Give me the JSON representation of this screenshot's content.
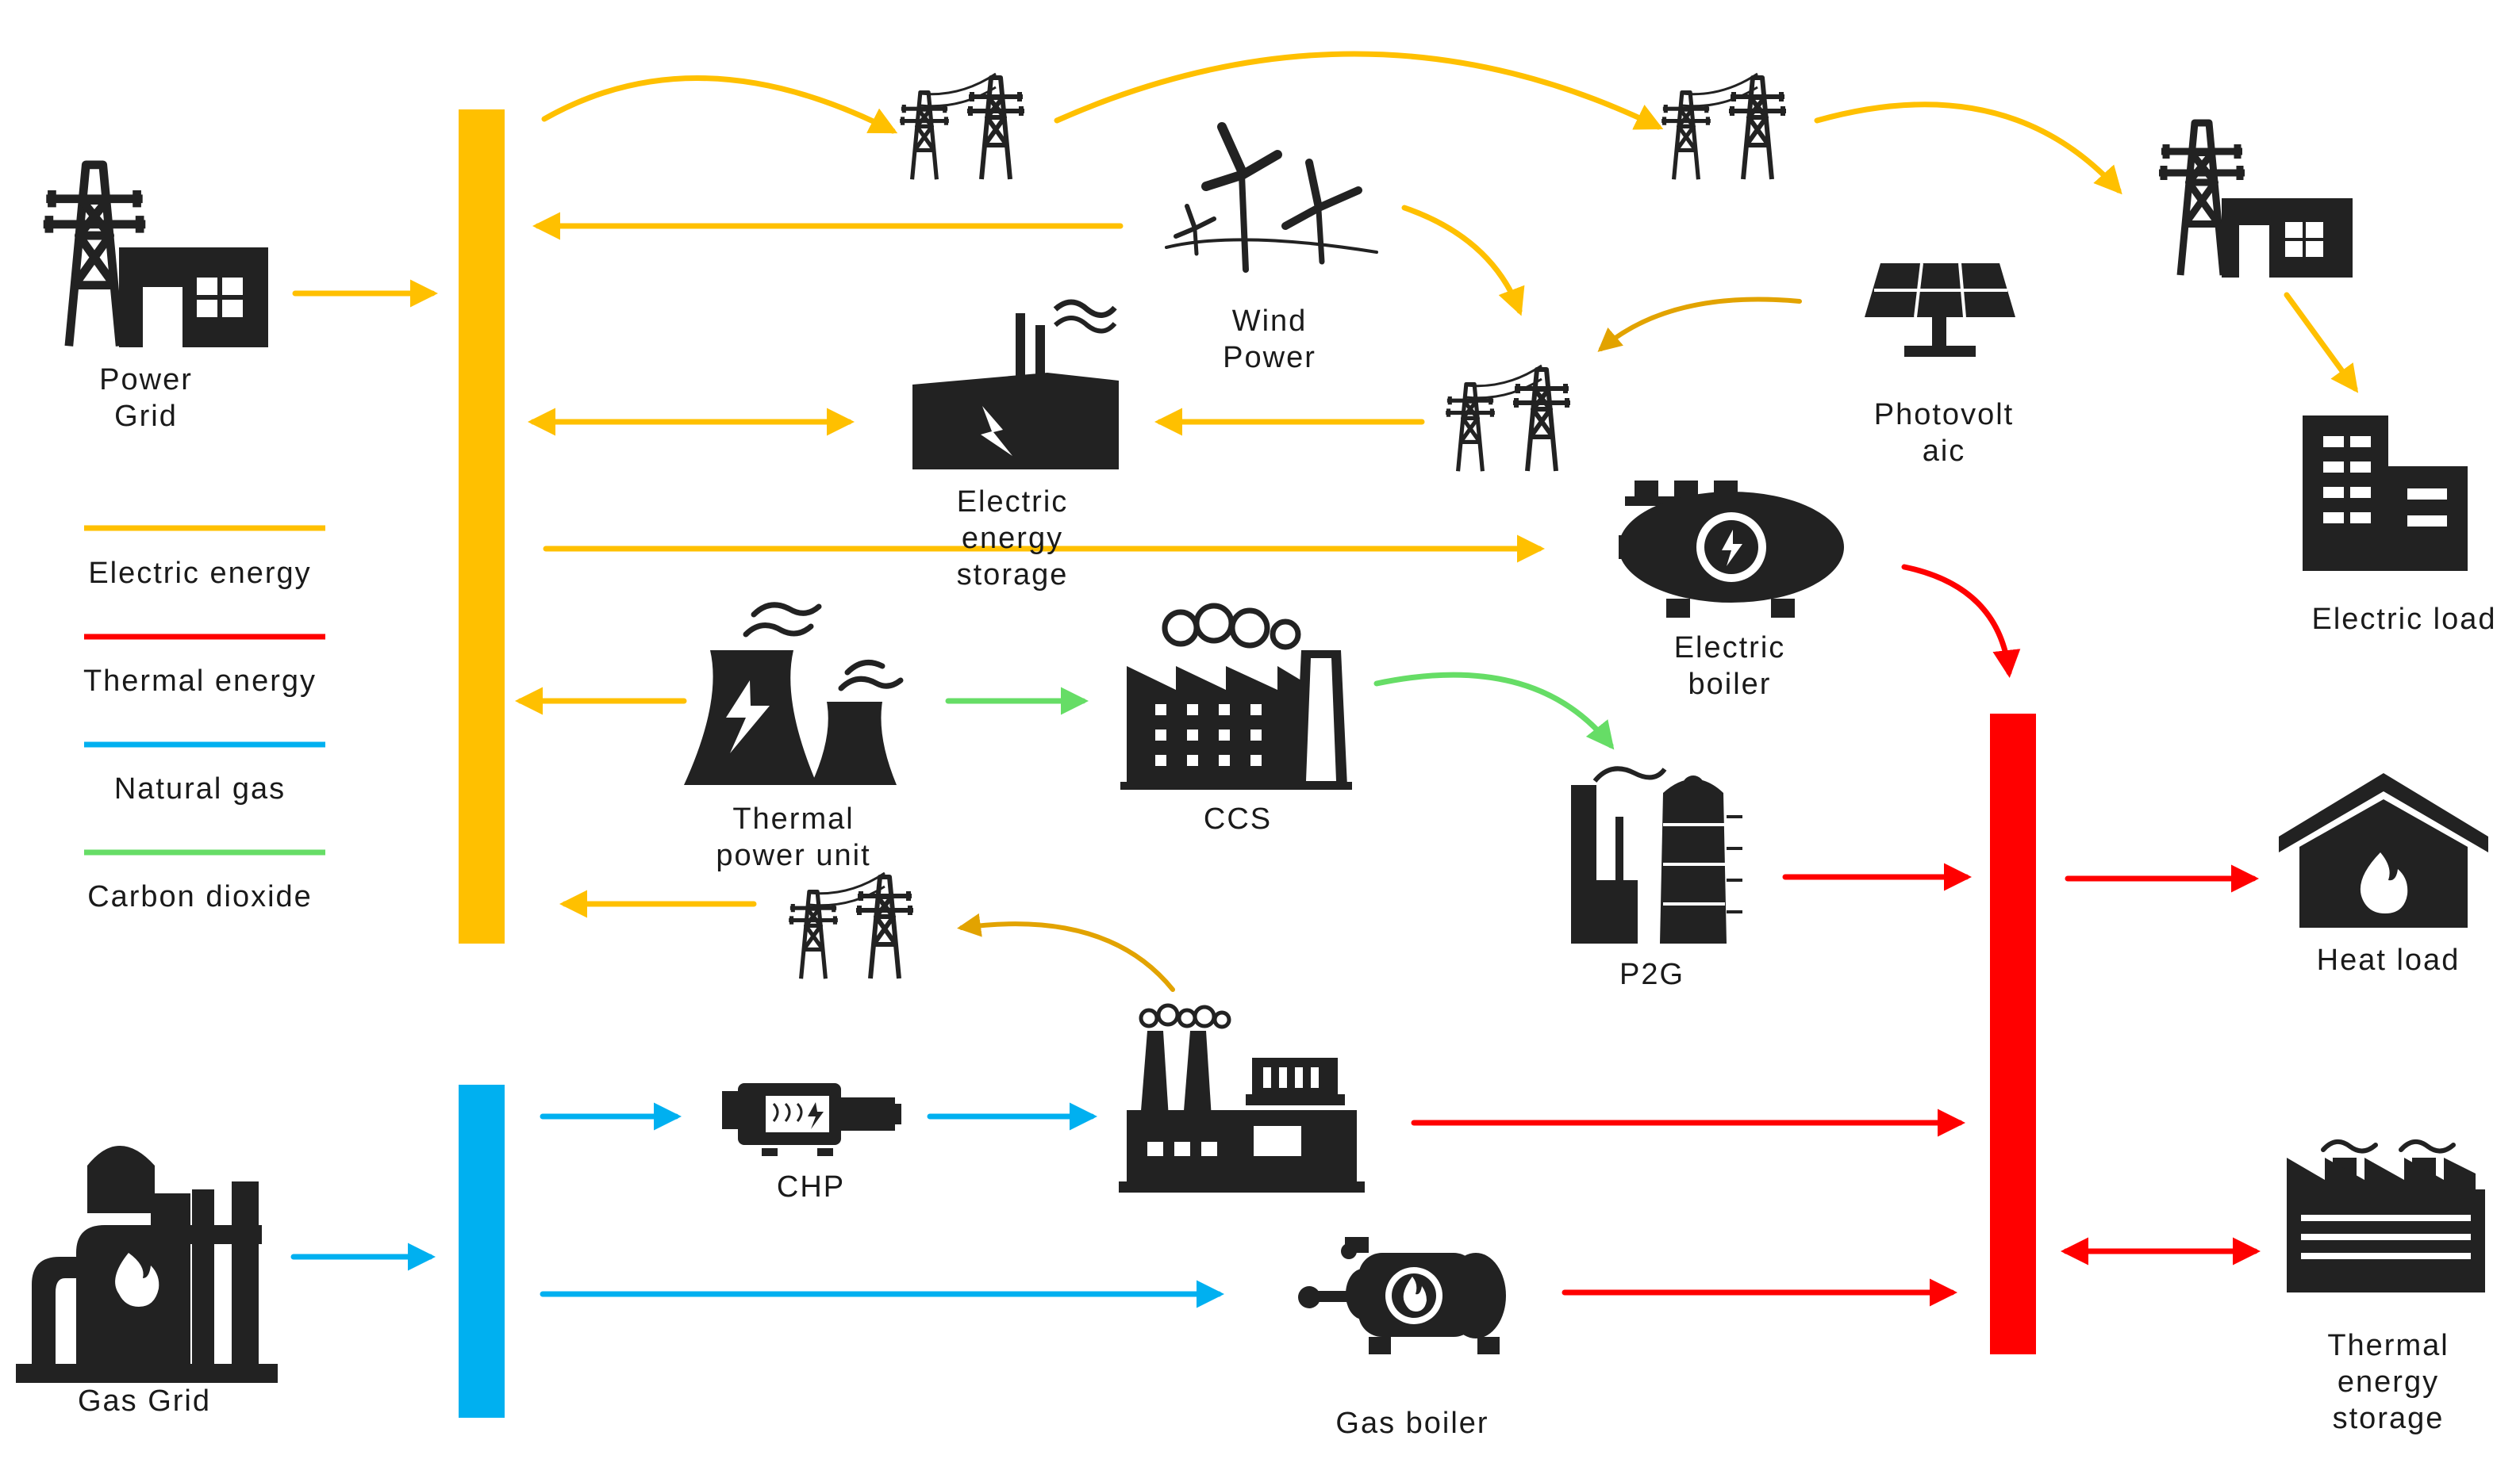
{
  "colors": {
    "electric": "#FFC000",
    "electric_dark": "#E2A300",
    "thermal": "#FF0000",
    "gas": "#00B0F0",
    "co2": "#66DD66",
    "icon": "#222222"
  },
  "legend": [
    {
      "label": "Electric energy",
      "color_key": "electric"
    },
    {
      "label": "Thermal energy",
      "color_key": "thermal"
    },
    {
      "label": "Natural gas",
      "color_key": "gas"
    },
    {
      "label": "Carbon dioxide",
      "color_key": "co2"
    }
  ],
  "nodes": {
    "power_grid": {
      "line1": "Power",
      "line2": "Grid",
      "icon": "power-grid-icon"
    },
    "gas_grid": {
      "line1": "Gas Grid",
      "icon": "gas-grid-icon"
    },
    "wind_power": {
      "line1": "Wind",
      "line2": "Power",
      "icon": "wind-turbine-icon"
    },
    "photovoltaic": {
      "line1": "Photovolt",
      "line2": "aic",
      "icon": "solar-panel-icon"
    },
    "electric_storage": {
      "line1": "Electric",
      "line2": "energy",
      "line3": "storage",
      "icon": "battery-factory-icon"
    },
    "electric_boiler": {
      "line1": "Electric",
      "line2": "boiler",
      "icon": "electric-boiler-icon"
    },
    "thermal_power_unit": {
      "line1": "Thermal",
      "line2": "power unit",
      "icon": "cooling-tower-icon"
    },
    "ccs": {
      "line1": "CCS",
      "icon": "factory-icon"
    },
    "p2g": {
      "line1": "P2G",
      "icon": "p2g-plant-icon"
    },
    "chp": {
      "line1": "CHP",
      "icon": "chp-engine-icon"
    },
    "gas_boiler": {
      "line1": "Gas boiler",
      "icon": "gas-boiler-icon"
    },
    "electric_load": {
      "line1": "Electric load",
      "icon": "building-icon"
    },
    "heat_load": {
      "line1": "Heat load",
      "icon": "house-fire-icon"
    },
    "thermal_storage": {
      "line1": "Thermal",
      "line2": "energy",
      "line3": "storage",
      "icon": "thermal-storage-icon"
    }
  },
  "edges": [
    {
      "from": "power_grid",
      "to": "electric_bus",
      "type": "electric"
    },
    {
      "from": "electric_bus",
      "to": "transmission_tower",
      "type": "electric"
    },
    {
      "from": "wind_power",
      "to": "electric_bus",
      "type": "electric"
    },
    {
      "from": "electric_bus",
      "to": "electric_storage",
      "type": "electric",
      "bidirectional": true
    },
    {
      "from": "electric_bus",
      "to": "electric_boiler",
      "type": "electric"
    },
    {
      "from": "thermal_power_unit",
      "to": "electric_bus",
      "type": "electric"
    },
    {
      "from": "thermal_power_unit",
      "to": "ccs",
      "type": "co2"
    },
    {
      "from": "ccs",
      "to": "p2g",
      "type": "co2"
    },
    {
      "from": "chp",
      "to": "electric_bus",
      "type": "electric"
    },
    {
      "from": "gas_grid",
      "to": "gas_bus",
      "type": "gas"
    },
    {
      "from": "gas_bus",
      "to": "chp",
      "type": "gas"
    },
    {
      "from": "gas_bus",
      "to": "gas_boiler",
      "type": "gas"
    },
    {
      "from": "chp",
      "to": "thermal_bus",
      "type": "thermal"
    },
    {
      "from": "gas_boiler",
      "to": "thermal_bus",
      "type": "thermal"
    },
    {
      "from": "p2g",
      "to": "thermal_bus",
      "type": "thermal"
    },
    {
      "from": "electric_boiler",
      "to": "thermal_bus",
      "type": "thermal"
    },
    {
      "from": "thermal_bus",
      "to": "heat_load",
      "type": "thermal"
    },
    {
      "from": "thermal_bus",
      "to": "thermal_storage",
      "type": "thermal",
      "bidirectional": true
    },
    {
      "from": "transmission_tower",
      "to": "electric_load",
      "type": "electric"
    }
  ]
}
